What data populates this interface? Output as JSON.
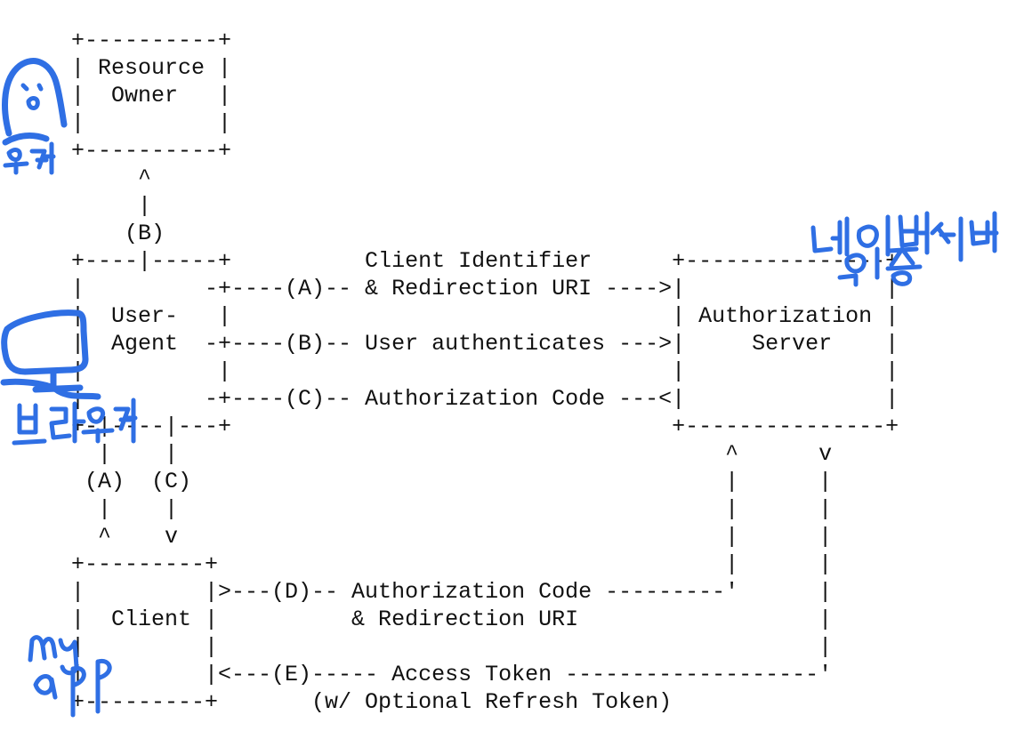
{
  "diagram": {
    "lines": [
      "  +----------+",
      "  | Resource |",
      "  |  Owner   |",
      "  |          |",
      "  +----------+",
      "       ^",
      "       |",
      "      (B)",
      "  +----|-----+          Client Identifier      +---------------+",
      "  |         -+----(A)-- & Redirection URI ---->|               |",
      "  |  User-   |                                 | Authorization |",
      "  |  Agent  -+----(B)-- User authenticates --->|     Server    |",
      "  |          |                                 |               |",
      "  |         -+----(C)-- Authorization Code ---<|               |",
      "  +-|----|---+                                 +---------------+",
      "    |    |                                         ^      v",
      "   (A)  (C)                                        |      |",
      "    |    |                                         |      |",
      "    ^    v                                         |      |",
      "  +---------+                                      |      |",
      "  |         |>---(D)-- Authorization Code ---------'      |",
      "  |  Client |          & Redirection URI                  |",
      "  |         |                                             |",
      "  |         |<---(E)----- Access Token -------------------'",
      "  +---------+       (w/ Optional Refresh Token)"
    ]
  },
  "annotations": {
    "resource_owner_note": "유저",
    "user_agent_note": "브라우저",
    "authorization_server_note": "네이버 인증 서버",
    "client_note": "my app",
    "ink_color": "#2f6fe4"
  }
}
